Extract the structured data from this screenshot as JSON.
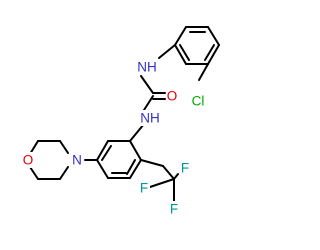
{
  "molecule": {
    "atom_labels": {
      "nh_top": "NH",
      "nh_mid": "NH",
      "carbonyl_o": "O",
      "chloro": "Cl",
      "morpholine_n": "N",
      "morpholine_o": "O",
      "f_left": "F",
      "f_right": "F",
      "f_bottom": "F"
    },
    "colors": {
      "bond": "#000000",
      "nitrogen": "#3232c8",
      "oxygen": "#e60000",
      "chlorine": "#00aa00",
      "fluorine": "#009999"
    }
  }
}
